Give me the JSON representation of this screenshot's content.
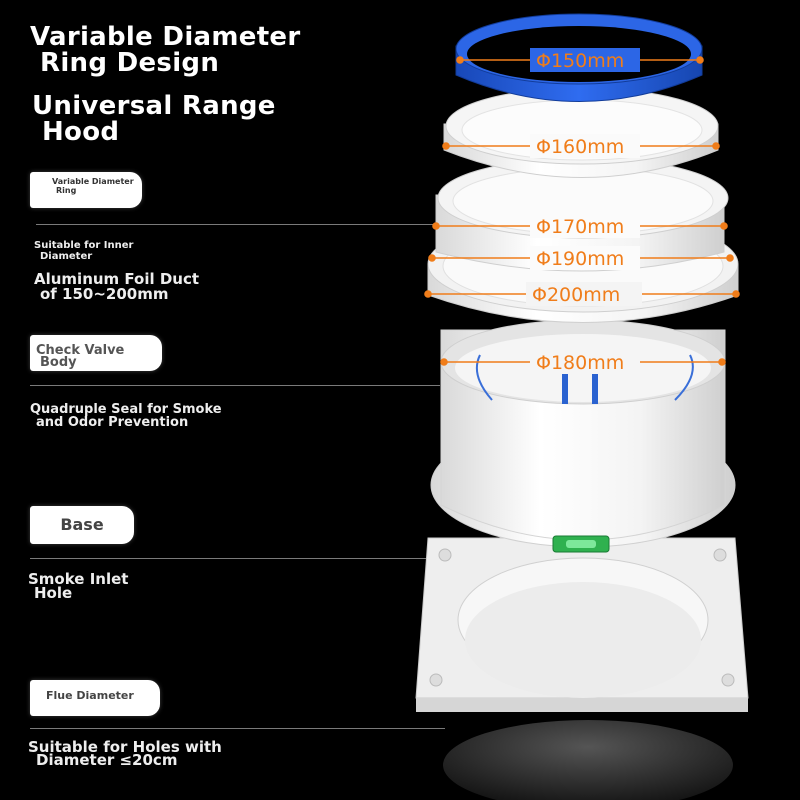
{
  "headline": {
    "line1a": "Variable Diameter",
    "line1b": "Ring Design",
    "line2a": "Universal Range",
    "line2b": "Hood"
  },
  "features": [
    {
      "label_lines": [
        "Variable Diameter",
        "Ring"
      ],
      "desc_small_lines": [
        "Suitable for Inner",
        "Diameter"
      ],
      "desc_big_lines": [
        "Aluminum Foil Duct",
        "of 150~200mm"
      ]
    },
    {
      "label_lines": [
        "Check Valve",
        "Body"
      ],
      "desc_lines": [
        "Quadruple Seal for Smoke",
        "and Odor Prevention"
      ]
    },
    {
      "label": "Base",
      "desc_lines": [
        "Smoke Inlet",
        "Hole"
      ]
    },
    {
      "label": "Flue Diameter",
      "desc_lines": [
        "Suitable for Holes with",
        "Diameter ≤20cm"
      ]
    }
  ],
  "dimensions": [
    "Φ150mm",
    "Φ160mm",
    "Φ170mm",
    "Φ190mm",
    "Φ200mm",
    "Φ180mm"
  ],
  "colors": {
    "background": "#000000",
    "blue_ring": "#1f5bd6",
    "dimension_label": "#f07d1a",
    "plastic_white": "#f2f2f2",
    "level_green": "#35c05a"
  }
}
